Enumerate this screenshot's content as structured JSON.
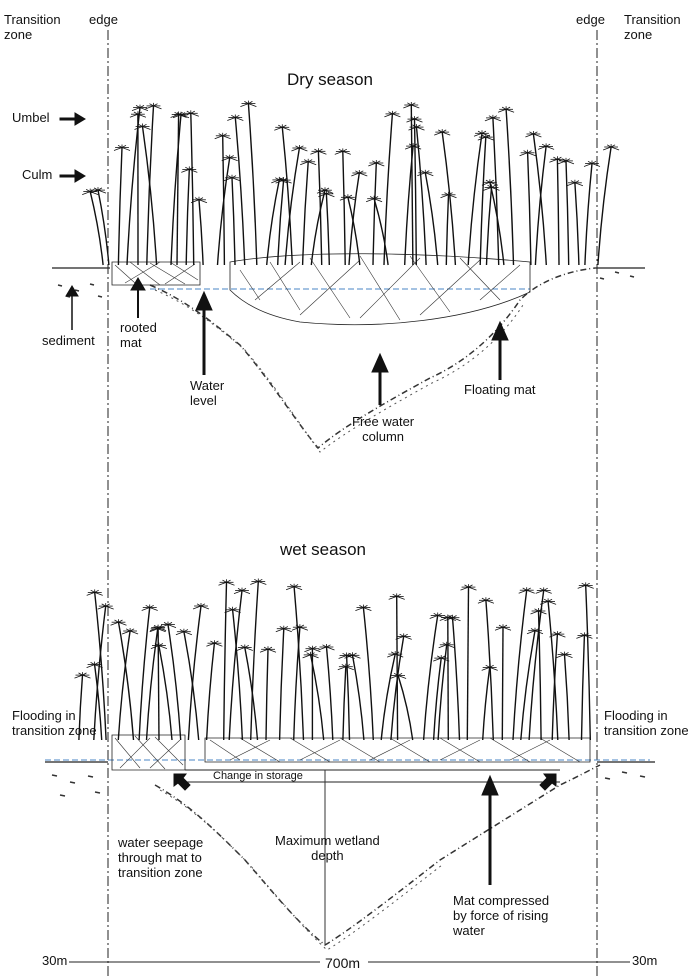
{
  "top": {
    "transition_left": "Transition\nzone",
    "edge_left": "edge",
    "edge_right": "edge",
    "transition_right": "Transition\nzone"
  },
  "dry": {
    "title": "Dry season",
    "umbel": "Umbel",
    "culm": "Culm",
    "sediment": "sediment",
    "rooted_mat": "rooted\nmat",
    "water_level": "Water\nlevel",
    "free_water": "Free water\ncolumn",
    "floating_mat": "Floating mat"
  },
  "wet": {
    "title": "wet season",
    "flood_left": "Flooding in\ntransition zone",
    "flood_right": "Flooding in\ntransition zone",
    "change_storage": "Change in storage",
    "seepage": "water seepage\nthrough mat to\ntransition zone",
    "max_depth": "Maximum wetland\ndepth",
    "mat_compressed": "Mat compressed\nby force of rising\nwater"
  },
  "scale": {
    "left": "30m",
    "center": "700m",
    "right": "30m"
  },
  "colors": {
    "ink": "#111111",
    "water_line": "#4a86c5"
  }
}
